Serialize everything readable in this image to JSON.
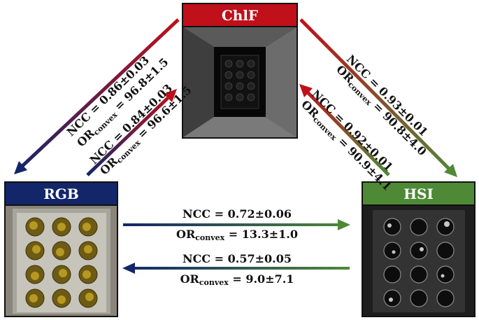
{
  "panels": {
    "chlf": {
      "title": "ChlF",
      "color": "#c0101a"
    },
    "rgb": {
      "title": "RGB",
      "color": "#13266a"
    },
    "hsi": {
      "title": "HSI",
      "color": "#4e8a36"
    }
  },
  "edges": {
    "chlf_to_rgb": {
      "ncc": "NCC = 0.86±0.03",
      "or_prefix": "OR",
      "or_sub": "convex",
      "or_value": " = 96.8±1.5"
    },
    "rgb_to_chlf": {
      "ncc": "NCC = 0.84±0.03",
      "or_prefix": "OR",
      "or_sub": "convex",
      "or_value": " = 96.6±1.5"
    },
    "chlf_to_hsi": {
      "ncc": "NCC = 0.93±0.01",
      "or_prefix": "OR",
      "or_sub": "convex",
      "or_value": " = 90.8±4.0"
    },
    "hsi_to_chlf": {
      "ncc": "NCC = 0.92±0.01",
      "or_prefix": "OR",
      "or_sub": "convex",
      "or_value": " = 90.9±4.1"
    },
    "rgb_to_hsi": {
      "ncc": "NCC = 0.72±0.06",
      "or_prefix": "OR",
      "or_sub": "convex",
      "or_value": " = 13.3±1.0"
    },
    "hsi_to_rgb": {
      "ncc": "NCC = 0.57±0.05",
      "or_prefix": "OR",
      "or_sub": "convex",
      "or_value": " = 9.0±7.1"
    }
  }
}
